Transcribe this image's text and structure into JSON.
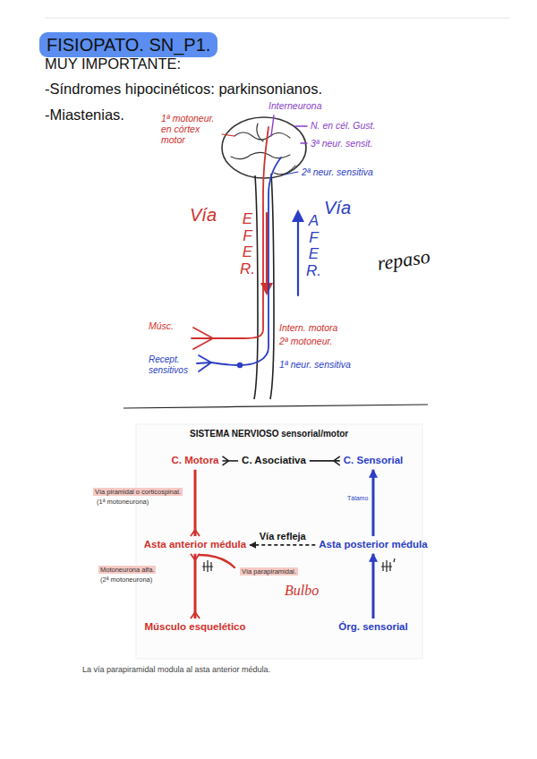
{
  "diagram": {
    "title": "FISIOPATO. SN_P1.",
    "caption": "La vía parapiramidal modula al asta anterior médula.",
    "nodes": [
      {
        "text": [
          "C. Motora"
        ]
      },
      {
        "text": [
          "C. Asociativa"
        ]
      },
      {
        "text": [
          "C. Sensorial"
        ]
      },
      {
        "text": [
          "Asta anterior médula"
        ]
      },
      {
        "text": [
          "Asta posterior médula"
        ]
      },
      {
        "text": [
          "Músculo esquelético"
        ]
      },
      {
        "text": [
          "Órg. sensorial"
        ]
      }
    ],
    "edges": [
      {
        "from": 0,
        "to": 1,
        "arrow": "none"
      },
      {
        "from": 1,
        "to": 2,
        "arrow": "none"
      },
      {
        "from": 0,
        "to": 3,
        "arrow": "none"
      },
      {
        "from": 3,
        "to": 5,
        "arrow": "none"
      },
      {
        "from": 6,
        "to": 4,
        "arrow": "to"
      },
      {
        "from": 4,
        "to": 2,
        "arrow": "to"
      },
      {
        "from": 4,
        "to": 3,
        "arrow": "to",
        "label": "Vía refleja"
      }
    ],
    "labels": [
      "MUY IMPORTANTE:",
      "-Síndromes hipocinéticos: parkinsonianos.",
      "-Miastenias.",
      "1ª motoneur. en córtex motor",
      "Interneurona",
      "N. en cél. Gust.",
      "3ª neur. sensit.",
      "2ª neur. sensitiva",
      "Vía",
      "EFER.",
      "Vía",
      "AFER.",
      "repaso",
      "Músc.",
      "Recept. sensitivos",
      "Intern. motora",
      "2ª motoneur.",
      "1ª neur. sensitiva",
      "SISTEMA NERVIOSO sensorial/motor",
      "Vía piramidal o corticospinal.",
      "(1ª motoneurona)",
      "Tálamo",
      "Motoneurona alfa.",
      "(2ª motoneurona)",
      "Vía parapiramidal.",
      "Bulbo"
    ]
  }
}
